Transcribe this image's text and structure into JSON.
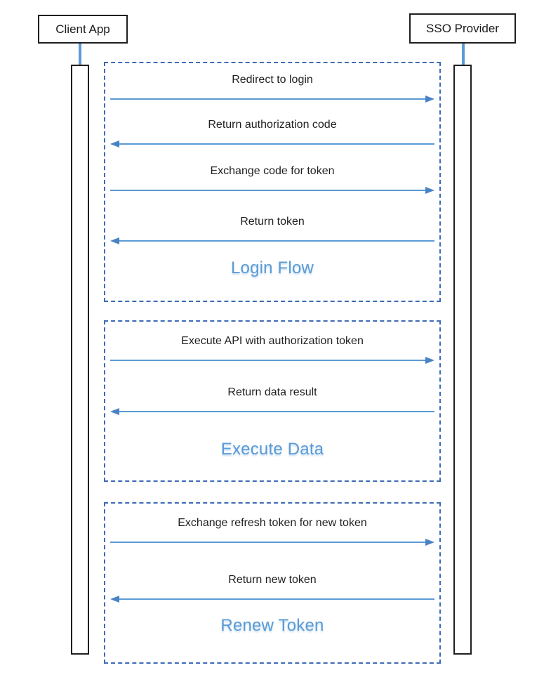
{
  "diagram": {
    "actors": [
      {
        "name": "Client App"
      },
      {
        "name": "SSO Provider"
      }
    ],
    "groups": [
      {
        "label": "Login Flow",
        "messages": [
          {
            "text": "Redirect to login",
            "direction": "right"
          },
          {
            "text": "Return authorization code",
            "direction": "left"
          },
          {
            "text": "Exchange code for token",
            "direction": "right"
          },
          {
            "text": "Return token",
            "direction": "left"
          }
        ]
      },
      {
        "label": "Execute Data",
        "messages": [
          {
            "text": "Execute API with authorization token",
            "direction": "right"
          },
          {
            "text": "Return data result",
            "direction": "left"
          }
        ]
      },
      {
        "label": "Renew Token",
        "messages": [
          {
            "text": "Exchange refresh token for new token",
            "direction": "right"
          },
          {
            "text": "Return new token",
            "direction": "left"
          }
        ]
      }
    ],
    "colors": {
      "arrow": "#5b9bd5",
      "arrowhead": "#4a82c4",
      "group_border": "#3e6cb5",
      "group_label": "#5b9bd5",
      "actor_border": "#1f1f1f",
      "lifeline_border": "#1f1f1f",
      "connector": "#5b9bd5",
      "background": "#ffffff",
      "message_text": "#1f1f1f"
    }
  }
}
